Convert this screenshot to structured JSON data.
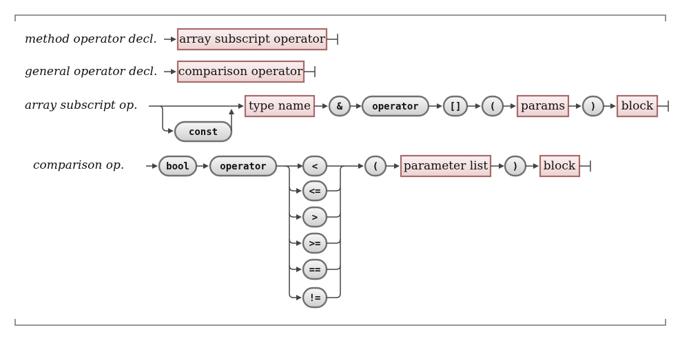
{
  "frame_color": "#777777",
  "colors": {
    "nonterminal_border": "#a86a6a",
    "nonterminal_fill_top": "#fbf1f1",
    "nonterminal_fill_bottom": "#ecd2d2",
    "terminal_border": "#707070",
    "terminal_fill_top": "#f7f7f7",
    "terminal_fill_bottom": "#cfcfcf",
    "line": "#444444"
  },
  "rules": {
    "method_decl": {
      "label": "method operator decl.",
      "target": "array subscript operator"
    },
    "general_decl": {
      "label": "general operator decl.",
      "target": "comparison operator"
    },
    "array_subscript": {
      "label": "array subscript op.",
      "optional": "const",
      "type_name": "type name",
      "amp": "&",
      "operator": "operator",
      "brackets": "[]",
      "lparen": "(",
      "params": "params",
      "rparen": ")",
      "block": "block"
    },
    "comparison": {
      "label": "comparison op.",
      "bool": "bool",
      "operator": "operator",
      "choices": [
        "<",
        "<=",
        ">",
        ">=",
        "==",
        "!="
      ],
      "lparen": "(",
      "param_list": "parameter list",
      "rparen": ")",
      "block": "block"
    }
  }
}
